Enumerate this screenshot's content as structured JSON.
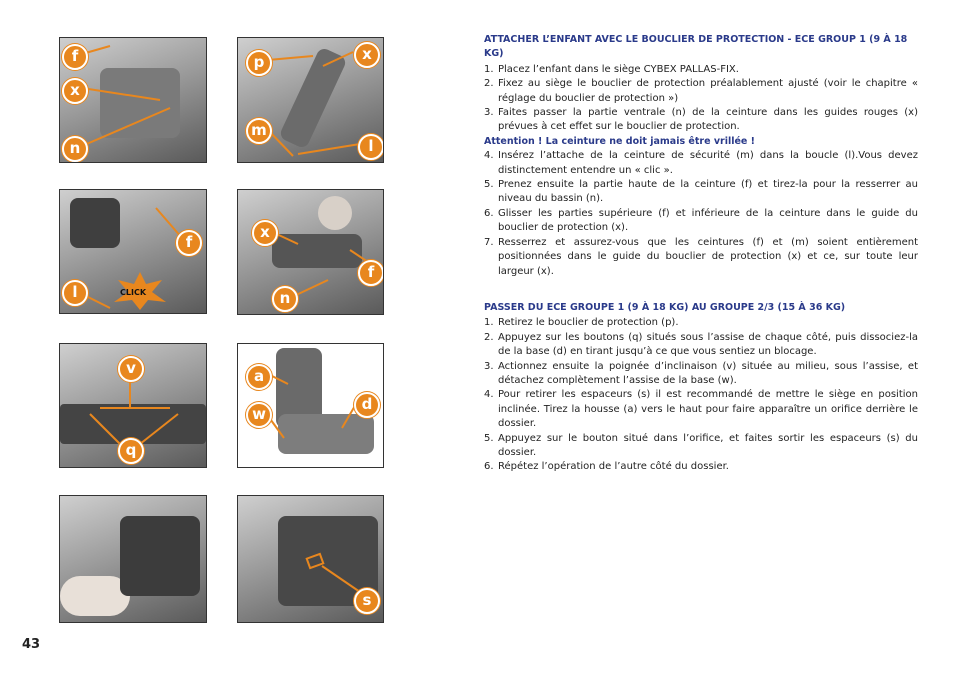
{
  "page": {
    "number": "43"
  },
  "colors": {
    "accent": "#e8871e",
    "heading": "#2a3a8a"
  },
  "figures": {
    "fig1": {
      "labels": [
        "f",
        "x",
        "n"
      ]
    },
    "fig2": {
      "labels": [
        "p",
        "x",
        "m",
        "l"
      ]
    },
    "fig3": {
      "labels": [
        "f",
        "l"
      ],
      "click": "CLICK"
    },
    "fig4": {
      "labels": [
        "x",
        "f",
        "n"
      ]
    },
    "fig5": {
      "labels": [
        "v",
        "q"
      ]
    },
    "fig6": {
      "labels": [
        "a",
        "w",
        "d"
      ]
    },
    "fig7": {
      "labels": []
    },
    "fig8": {
      "labels": [
        "s"
      ]
    }
  },
  "section1": {
    "title": "ATTACHER L’ENFANT AVEC LE BOUCLIER DE PROTECTION - ECE GROUP 1 (9 À 18 KG)",
    "steps_a": [
      {
        "n": "1.",
        "text": "Placez l’enfant dans le siège CYBEX PALLAS-FIX."
      },
      {
        "n": "2.",
        "text": "Fixez au siège le bouclier de protection préalablement ajusté (voir le chapitre « réglage du bouclier de protection »)"
      },
      {
        "n": "3.",
        "text": "Faites passer la partie ventrale (n) de la ceinture dans les guides rouges (x) prévues à cet effet sur le bouclier de protection."
      }
    ],
    "warning": "Attention ! La ceinture ne doit jamais être vrillée !",
    "steps_b": [
      {
        "n": "4.",
        "text": "Insérez l’attache de la ceinture de sécurité (m) dans la boucle (l).Vous devez distinctement entendre un « clic »."
      },
      {
        "n": "5.",
        "text": "Prenez ensuite la partie haute de la ceinture (f) et tirez-la pour la resserrer au niveau du bassin (n)."
      },
      {
        "n": "6.",
        "text": "Glisser les parties supérieure (f) et inférieure de la ceinture dans le guide du bouclier de protection (x)."
      },
      {
        "n": "7.",
        "text": "Resserrez et assurez-vous que les ceintures (f) et (m) soient entièrement positionnées dans le guide du bouclier de protection (x) et ce, sur toute leur largeur (x)."
      }
    ]
  },
  "section2": {
    "title": "PASSER DU ECE GROUPE 1 (9 À 18 KG) AU GROUPE 2/3 (15 À 36 KG)",
    "steps": [
      {
        "n": "1.",
        "text": "Retirez le bouclier de protection (p)."
      },
      {
        "n": "2.",
        "text": "Appuyez sur les boutons (q) situés sous l’assise de chaque côté, puis dissociez-la de la base (d) en tirant jusqu’à ce que vous sentiez un blocage."
      },
      {
        "n": "3.",
        "text": "Actionnez ensuite la poignée d’inclinaison (v) située au milieu, sous l’assise, et détachez complètement l’assise de la base (w)."
      },
      {
        "n": "4.",
        "text": "Pour retirer les espaceurs (s) il est recommandé de mettre le siège en position inclinée. Tirez la housse (a) vers le haut pour faire apparaître un orifice derrière le dossier."
      },
      {
        "n": "5.",
        "text": "Appuyez sur le bouton situé dans l’orifice, et faites sortir les espaceurs (s) du dossier."
      },
      {
        "n": "6.",
        "text": "Répétez l’opération de l’autre côté du dossier."
      }
    ]
  }
}
